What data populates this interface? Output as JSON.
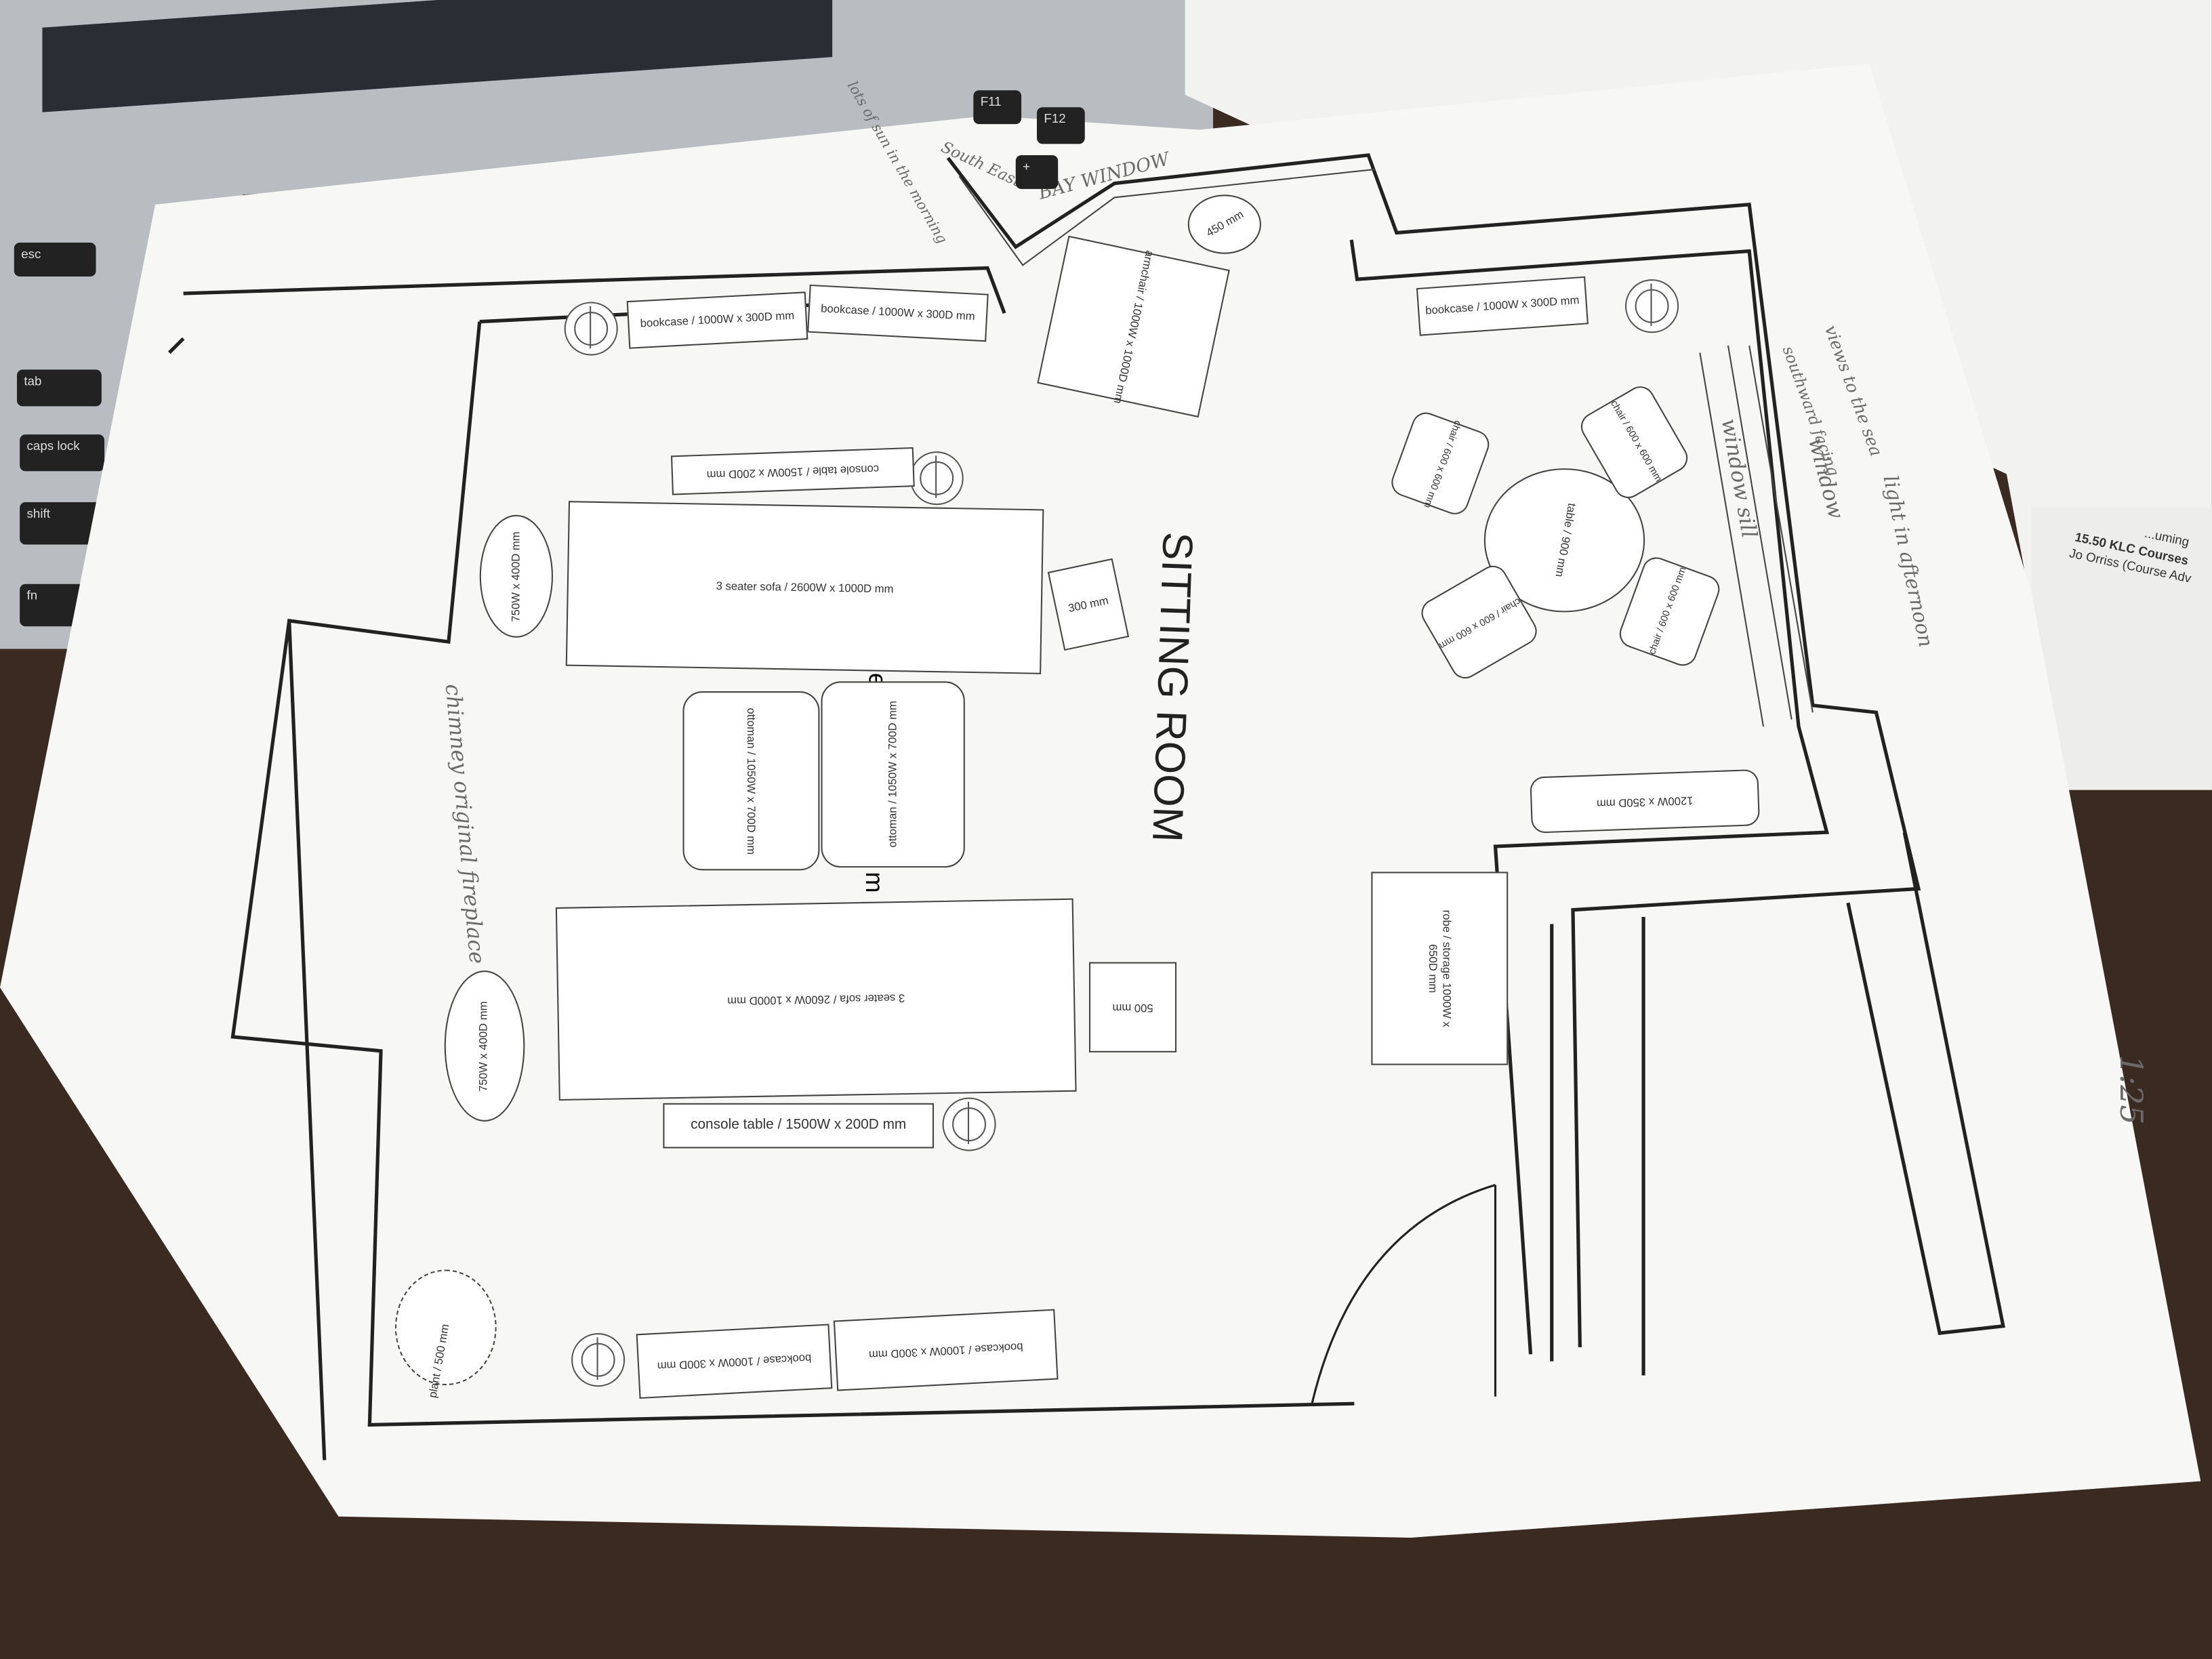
{
  "laptop": {
    "keys": [
      "esc",
      "tab",
      "caps lock",
      "shift",
      "fn",
      "F11",
      "F12",
      "+"
    ]
  },
  "plan": {
    "title": "SITTING ROOM",
    "scale": "1:25",
    "furniture": {
      "bookcase_1": "bookcase / 1000W x 300D mm",
      "bookcase_2": "bookcase / 1000W x 300D mm",
      "bookcase_3": "bookcase / 1000W x 300D mm",
      "bookcase_4": "bookcase / 1000W x 300D mm",
      "bookcase_5": "bookcase / 1000W x 300D mm",
      "armchair": "armchair / 1000W x 1000D mm",
      "side_table": "450 mm",
      "console_1": "console table / 1500W x 200D mm",
      "console_2": "console table / 1500W x 200D mm",
      "sofa_1": "3 seater sofa / 2600W x 1000D mm",
      "sofa_2": "3 seater sofa / 2600W x 1000D mm",
      "ottoman_1": "ottoman / 1050W x 700D mm",
      "ottoman_2": "ottoman / 1050W x 700D mm",
      "oval_1": "750W x 400D mm",
      "oval_2": "750W x 400D mm",
      "stool_1": "300 mm",
      "stool_2": "500 mm",
      "table": "table / 900 mm",
      "chair_1": "chair / 600 x 600 mm",
      "chair_2": "chair / 600 x 600 mm",
      "chair_3": "chair / 600 x 600 mm",
      "chair_4": "chair / 600 x 600 mm",
      "bench": "1200W x 350D mm",
      "robe": "robe / storage 1000W x 650D mm",
      "plant": "plant / 500 mm",
      "fragment_1": "He",
      "fragment_2": "m"
    },
    "notes": {
      "morning": "lots of sun in the morning",
      "south_east": "South East",
      "bay_window": "BAY WINDOW",
      "views": "views to the sea",
      "southward": "southward facing",
      "window": "window",
      "sill": "window sill",
      "afternoon": "light in afternoon",
      "chimney": "chimney original fireplace"
    }
  },
  "side_paper": {
    "line0": "...uming",
    "line1": "15.50 KLC Courses",
    "line2": "Jo Orriss (Course Adv"
  }
}
